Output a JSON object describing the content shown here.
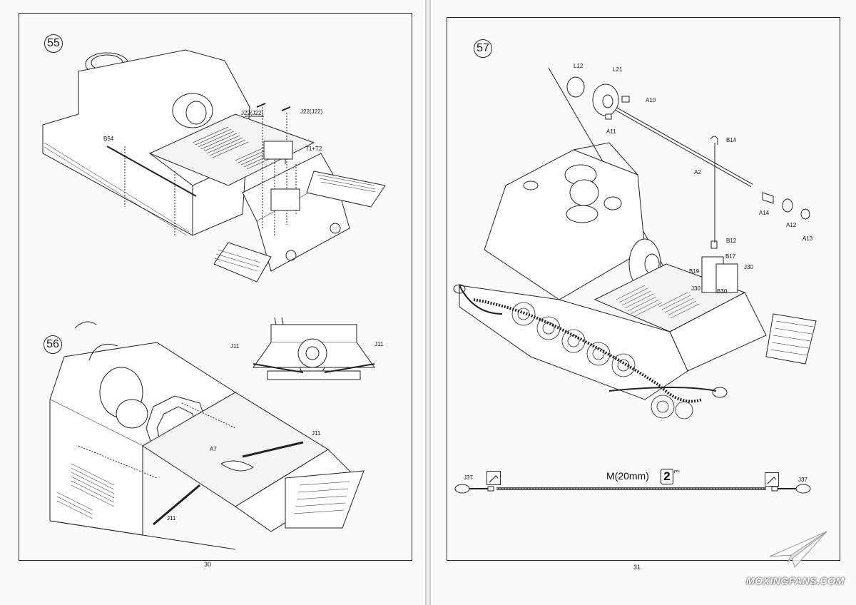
{
  "left_page": {
    "page_number": "30",
    "step_55": {
      "number": "55",
      "labels": {
        "j22a": "J22(J22)",
        "j22b": "J22(J22)",
        "b54": "B54",
        "t1t2": "T1+T2"
      }
    },
    "step_56": {
      "number": "56",
      "labels": {
        "j11_inset_left": "J11",
        "j11_inset_right": "J11",
        "j11_main": "J11",
        "a7": "A7",
        "j11_lower": "J11"
      }
    }
  },
  "right_page": {
    "page_number": "31",
    "step_57": {
      "number": "57",
      "labels": {
        "l12": "L12",
        "l21": "L21",
        "a10": "A10",
        "a11": "A11",
        "b14": "B14",
        "a2": "A2",
        "a14": "A14",
        "a12": "A12",
        "a13": "A13",
        "b12": "B12",
        "b17": "B17",
        "j30a": "J30",
        "b19": "B19",
        "j30b": "J30",
        "b30": "B30",
        "j37_left": "J37",
        "j37_right": "J37"
      },
      "cable_length_label": "M(20mm)",
      "cable_quantity": "2",
      "cable_quantity_unit": "pcs"
    }
  },
  "watermark": {
    "text": "MOXINGFANS.COM"
  }
}
